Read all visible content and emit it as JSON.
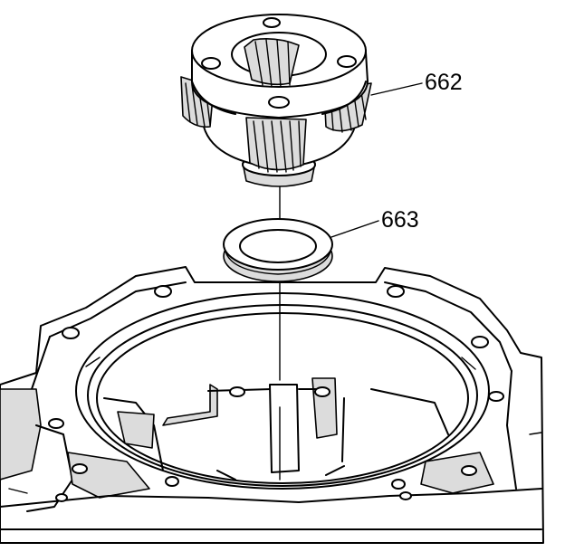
{
  "diagram": {
    "callouts": [
      {
        "id": "planetary-carrier",
        "label": "662"
      },
      {
        "id": "thrust-washer",
        "label": "663"
      }
    ]
  }
}
